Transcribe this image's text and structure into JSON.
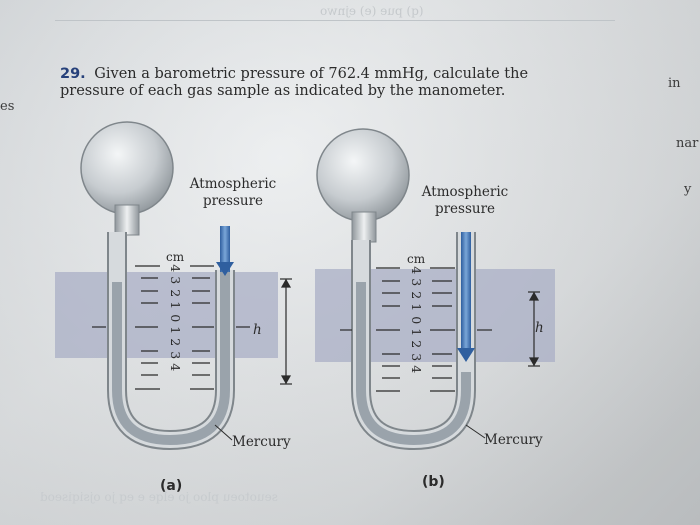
{
  "header": {
    "ghost_text": "(q) pue (e) ejnwo"
  },
  "question": {
    "number": "29.",
    "text_line1": "Given a barometric pressure of 762.4 mmHg, calculate the",
    "text_line2": "pressure of each gas sample as indicated by the manometer."
  },
  "margin": {
    "left_fragment": "es",
    "right_fragment_1": "in",
    "right_fragment_2": "nar",
    "right_fragment_3": "y"
  },
  "figure_a": {
    "atm_label_1": "Atmospheric",
    "atm_label_2": "pressure",
    "unit": "cm",
    "scale": [
      "4",
      "3",
      "2",
      "1",
      "0",
      "1",
      "2",
      "3",
      "4"
    ],
    "h_label": "h",
    "mercury_label": "Mercury",
    "caption": "(a)"
  },
  "figure_b": {
    "atm_label_1": "Atmospheric",
    "atm_label_2": "pressure",
    "unit": "cm",
    "scale": [
      "4",
      "3",
      "2",
      "1",
      "0",
      "1",
      "2",
      "3",
      "4"
    ],
    "h_label": "h",
    "mercury_label": "Mercury",
    "caption": "(b)"
  },
  "footer": {
    "ghost_text": "seuotoeu ploo jo elqe e eq jo ojsiqiseod"
  },
  "colors": {
    "band": "#a9afc6",
    "arrow": "#3b6fb3",
    "mercury": "#9aa3ab",
    "text": "#2b2b2b"
  }
}
